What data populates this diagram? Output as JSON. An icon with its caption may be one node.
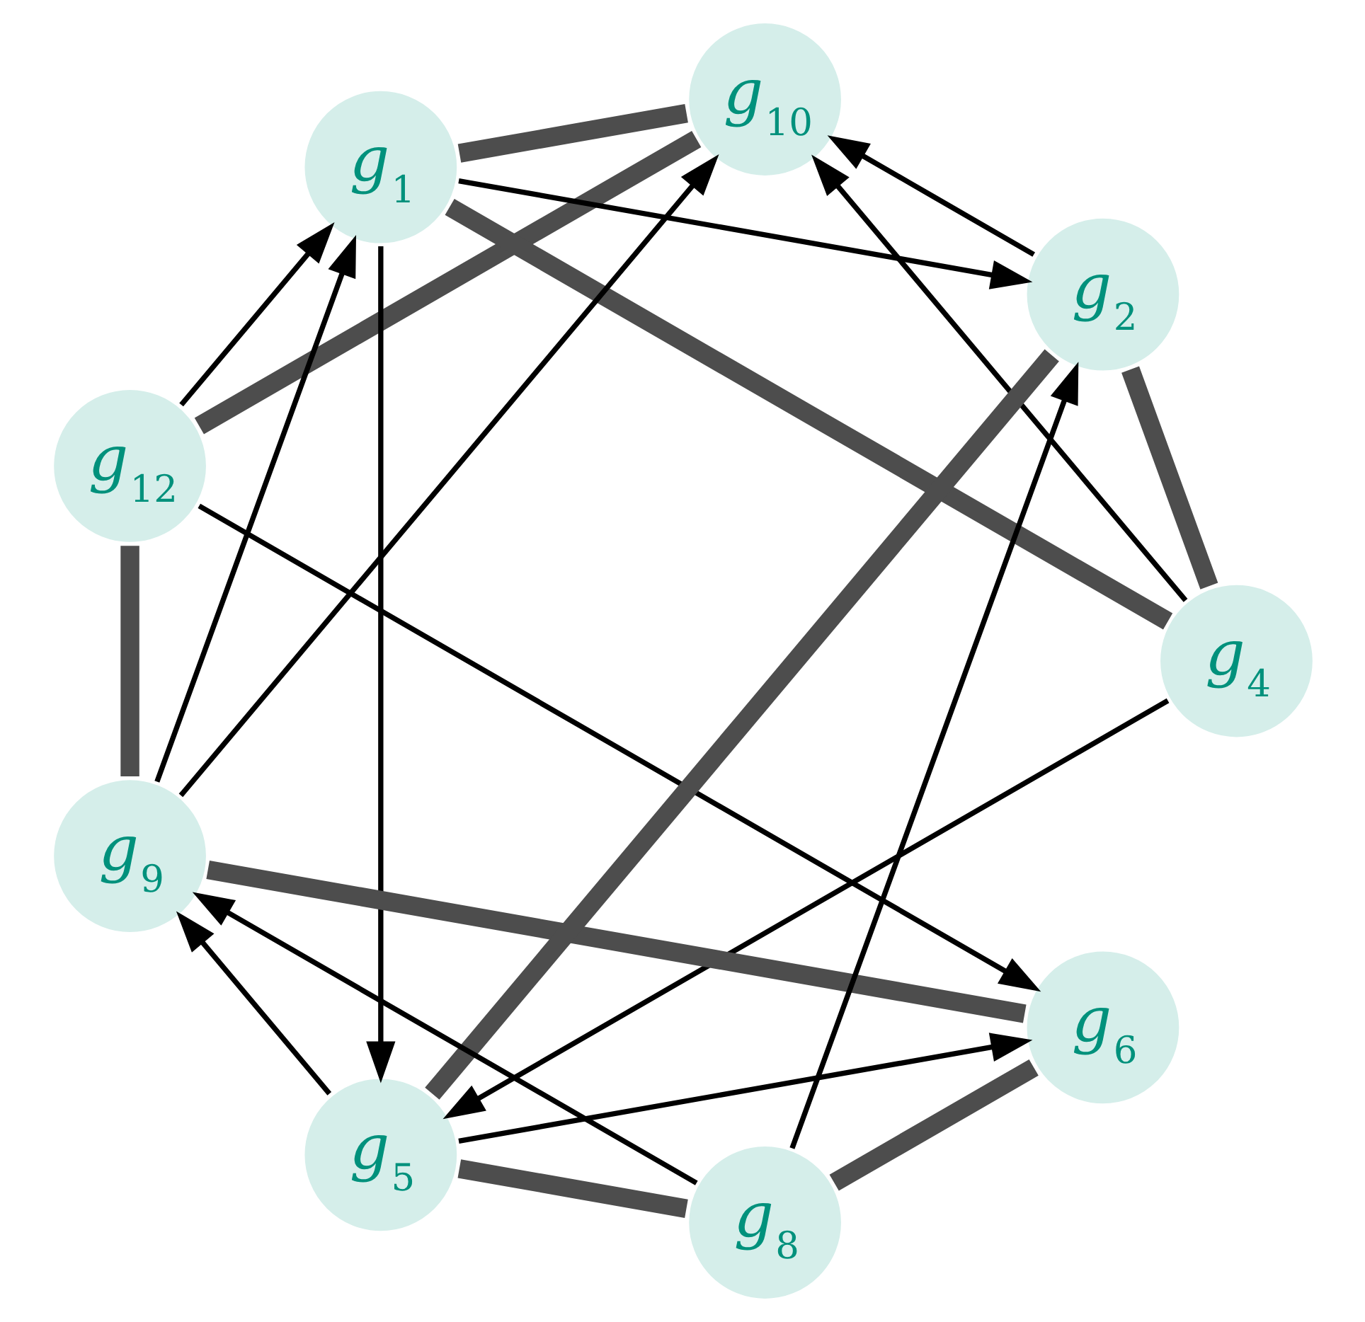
{
  "diagram": {
    "nodes": [
      {
        "text": [
          "*g*$_{10}$"
        ]
      },
      {
        "text": [
          "*g*$_{1}$"
        ]
      },
      {
        "text": [
          "*g*$_{12}$"
        ]
      },
      {
        "text": [
          "*g*$_{4}$"
        ]
      },
      {
        "text": [
          "*g*$_{9}$"
        ]
      },
      {
        "text": [
          "*g*$_{2}$"
        ]
      },
      {
        "text": [
          "*g*$_{6}$"
        ]
      },
      {
        "text": [
          "*g*$_{5}$"
        ]
      },
      {
        "text": [
          "*g*$_{8}$"
        ]
      }
    ],
    "edges": [
      {
        "from": 1,
        "to": 0,
        "arrow": "none",
        "style": "thick",
        "color": "#4d4d4d"
      },
      {
        "from": 0,
        "to": 2,
        "arrow": "none",
        "style": "thick",
        "color": "#4d4d4d"
      },
      {
        "from": 2,
        "to": 4,
        "arrow": "none",
        "style": "thick",
        "color": "#4d4d4d"
      },
      {
        "from": 4,
        "to": 6,
        "arrow": "none",
        "style": "thick",
        "color": "#4d4d4d"
      },
      {
        "from": 6,
        "to": 8,
        "arrow": "none",
        "style": "thick",
        "color": "#4d4d4d"
      },
      {
        "from": 8,
        "to": 7,
        "arrow": "none",
        "style": "thick",
        "color": "#4d4d4d"
      },
      {
        "from": 7,
        "to": 5,
        "arrow": "none",
        "style": "thick",
        "color": "#4d4d4d"
      },
      {
        "from": 5,
        "to": 3,
        "arrow": "none",
        "style": "thick",
        "color": "#4d4d4d"
      },
      {
        "from": 3,
        "to": 1,
        "arrow": "none",
        "style": "thick",
        "color": "#4d4d4d"
      },
      {
        "from": 2,
        "to": 1,
        "arrow": "to"
      },
      {
        "from": 3,
        "to": 0,
        "arrow": "to"
      },
      {
        "from": 1,
        "to": 5,
        "arrow": "to"
      },
      {
        "from": 1,
        "to": 7,
        "arrow": "to"
      },
      {
        "from": 5,
        "to": 0,
        "arrow": "to"
      },
      {
        "from": 4,
        "to": 1,
        "arrow": "to"
      },
      {
        "from": 4,
        "to": 0,
        "arrow": "to"
      },
      {
        "from": 2,
        "to": 6,
        "arrow": "to"
      },
      {
        "from": 3,
        "to": 7,
        "arrow": "to"
      },
      {
        "from": 8,
        "to": 5,
        "arrow": "to"
      },
      {
        "from": 7,
        "to": 4,
        "arrow": "to"
      },
      {
        "from": 8,
        "to": 4,
        "arrow": "to"
      },
      {
        "from": 7,
        "to": 6,
        "arrow": "to"
      }
    ]
  }
}
